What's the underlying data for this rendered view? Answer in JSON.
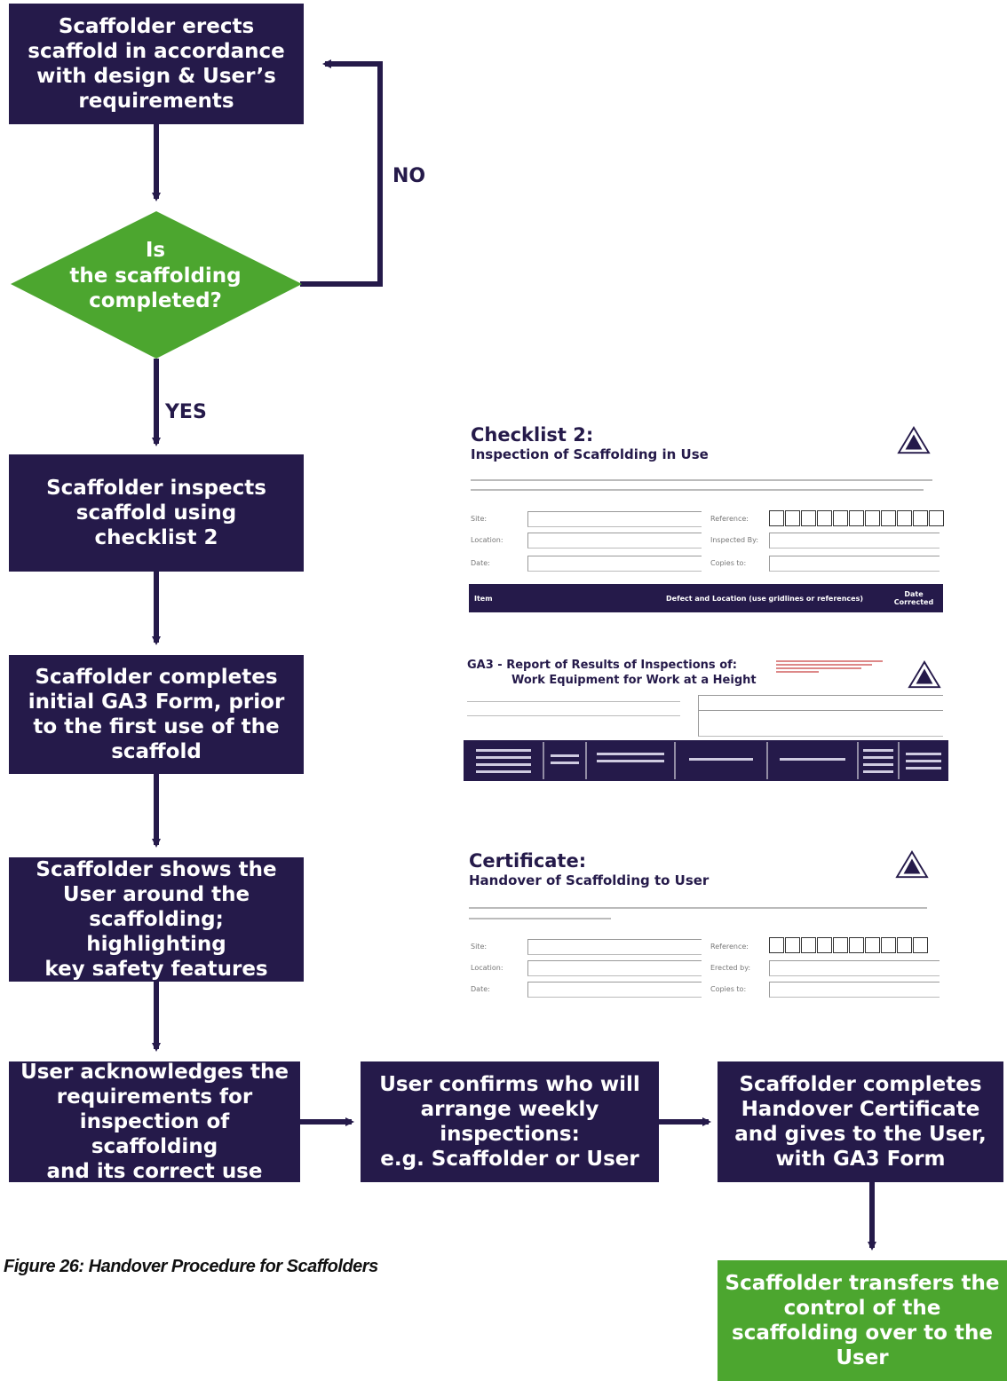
{
  "flow": {
    "step1": "Scaffolder erects\nscaffold in accordance\nwith design & User’s\nrequirements",
    "decision": "Is\nthe scaffolding\ncompleted?",
    "no_label": "NO",
    "yes_label": "YES",
    "step2": "Scaffolder inspects\nscaffold using\nchecklist 2",
    "step3": "Scaffolder completes\ninitial GA3 Form, prior\nto the first use of the\nscaffold",
    "step4": "Scaffolder shows the\nUser around the\nscaffolding; highlighting\nkey safety features",
    "step5": "User acknowledges the\nrequirements for\ninspection of scaffolding\nand its correct use",
    "step6": "User confirms who will\narrange weekly\ninspections:\ne.g. Scaffolder or User",
    "step7": "Scaffolder completes\nHandover Certificate\nand gives to the User,\nwith GA3 Form",
    "step8": "Scaffolder transfers the\ncontrol of the\nscaffolding over to the\nUser"
  },
  "caption": "Figure 26: Handover Procedure for Scaffolders",
  "checklist2": {
    "title": "Checklist 2:",
    "subtitle": "Inspection of Scaffolding in Use",
    "field_site": "Site:",
    "field_location": "Location:",
    "field_date": "Date:",
    "field_reference": "Reference:",
    "field_inspected_by": "Inspected By:",
    "field_copies": "Copies to:",
    "col_item": "Item",
    "col_defect": "Defect and Location (use gridlines or references)",
    "col_date": "Date Corrected"
  },
  "ga3": {
    "title": "GA3  - Report of Results of Inspections of:",
    "subtitle": "Work Equipment for Work at a Height"
  },
  "certificate": {
    "title": "Certificate:",
    "subtitle": "Handover of Scaffolding to User",
    "field_site": "Site:",
    "field_location": "Location:",
    "field_date": "Date:",
    "field_reference": "Reference:",
    "field_erected_by": "Erected by:",
    "field_copies": "Copies to:"
  },
  "colors": {
    "dark": "#251a4a",
    "green": "#4ca62f"
  }
}
